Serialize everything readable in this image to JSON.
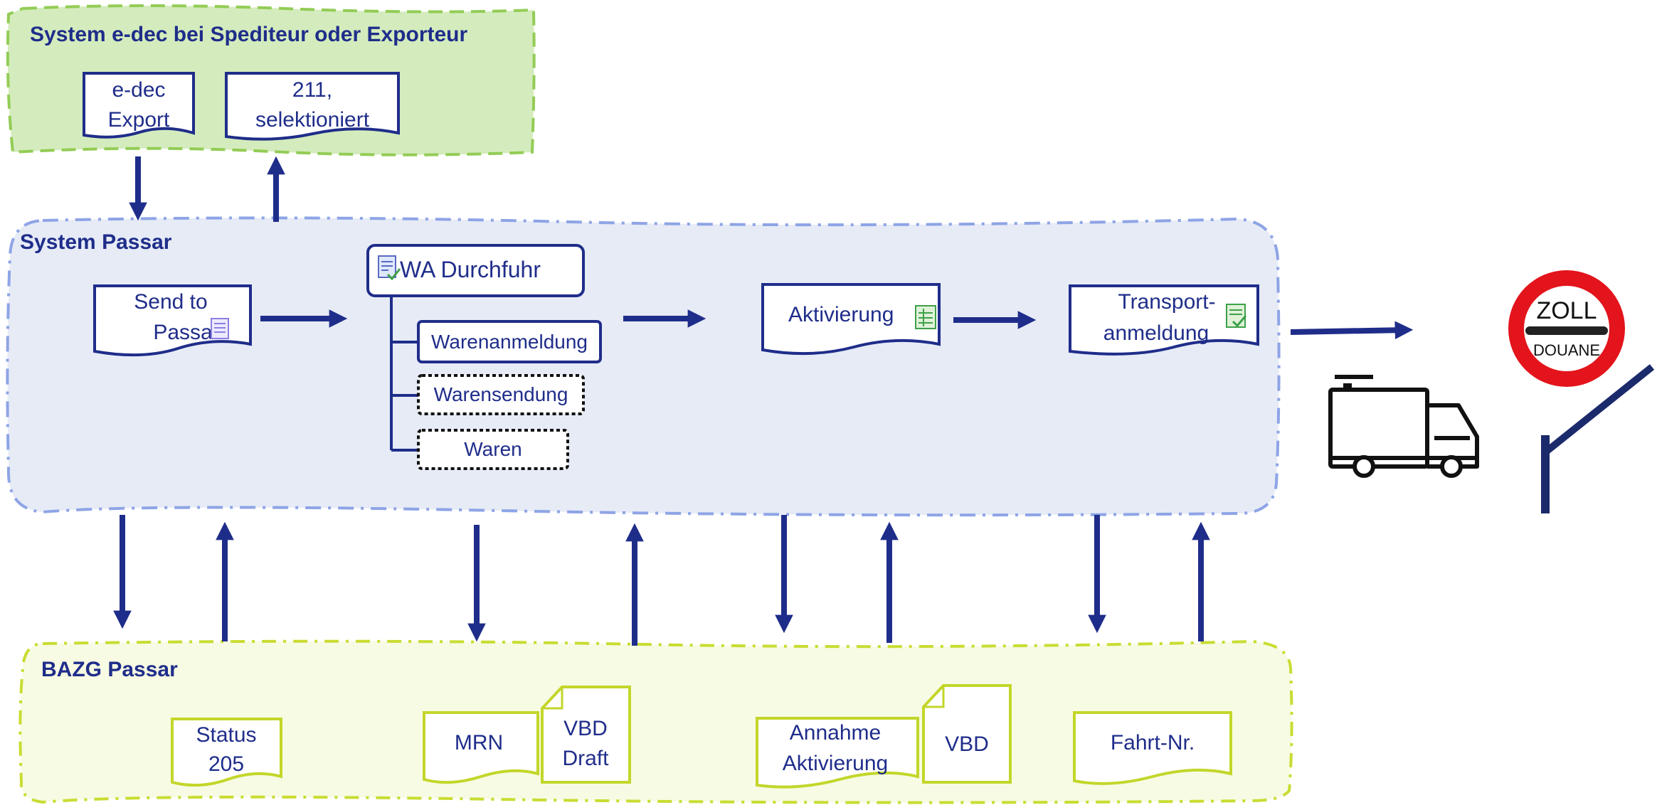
{
  "groups": {
    "edec": {
      "title": "System e-dec bei Spediteur oder Exporteur"
    },
    "passar": {
      "title": "System Passar"
    },
    "bazg": {
      "title": "BAZG Passar"
    }
  },
  "edec_docs": {
    "export": {
      "line1": "e-dec",
      "line2": "Export"
    },
    "selected": {
      "line1": "211,",
      "line2": "selektioniert"
    }
  },
  "passar_nodes": {
    "send": {
      "line1": "Send to",
      "line2": "Passar"
    },
    "wa": {
      "title": "WA Durchfuhr"
    },
    "tree": {
      "warenanmeldung": "Warenanmeldung",
      "warensendung": "Warensendung",
      "waren": "Waren"
    },
    "aktivierung": "Aktivierung",
    "transport": {
      "line1": "Transport-",
      "line2": "anmeldung"
    }
  },
  "bazg_docs": {
    "status": {
      "line1": "Status",
      "line2": "205"
    },
    "mrn": "MRN",
    "vbd_draft": {
      "line1": "VBD",
      "line2": "Draft"
    },
    "annahme": {
      "line1": "Annahme",
      "line2": "Aktivierung"
    },
    "vbd": "VBD",
    "fahrt": "Fahrt-Nr."
  },
  "sign": {
    "top": "ZOLL",
    "bottom": "DOUANE"
  },
  "colors": {
    "dark_blue": "#1f2d8a",
    "passar_fill": "#e6ebf6",
    "passar_border": "#8ea4e6",
    "edec_fill": "#d4ecbd",
    "edec_border": "#93cc55",
    "bazg_fill": "#f7fbe3",
    "bazg_border": "#c9dc32",
    "bazg_doc_border": "#c3d62a",
    "sign_red": "#e3141b",
    "icon_green": "#3ea049",
    "icon_purple": "#8c7fe0"
  },
  "icons": [
    "checklist-icon",
    "document-list-icon",
    "spreadsheet-icon",
    "document-check-icon",
    "truck-icon",
    "customs-barrier-icon"
  ]
}
